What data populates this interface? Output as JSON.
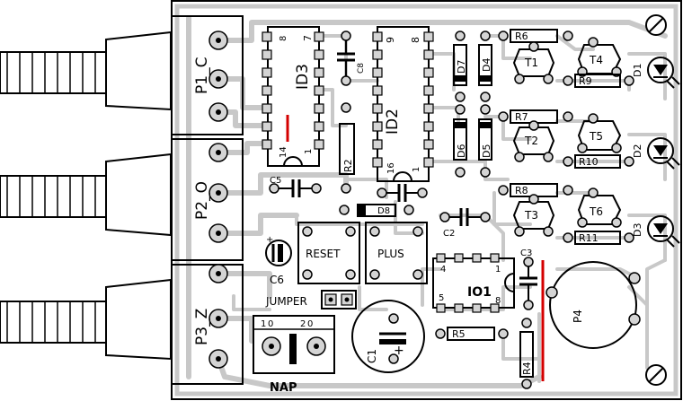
{
  "colors": {
    "board_bg": "#ffffff",
    "copper": "#c8c8c8",
    "silkscreen": "#000000",
    "jumper_wire": "#d40000",
    "knob": "#ffffff"
  },
  "connectors": [
    {
      "ref": "P1_C"
    },
    {
      "ref": "P2_O"
    },
    {
      "ref": "P3_Z"
    }
  ],
  "ics": [
    {
      "ref": "ID3",
      "pins": [
        "8",
        "7",
        "14",
        "1"
      ]
    },
    {
      "ref": "ID2",
      "pins": [
        "9",
        "8",
        "16",
        "1"
      ]
    },
    {
      "ref": "IO1",
      "pins": [
        "4",
        "1",
        "5",
        "8"
      ]
    }
  ],
  "components": {
    "C8": "C8",
    "C5": "C5",
    "C6": "C6",
    "C2": "C2",
    "C3": "C3",
    "C1": "C1",
    "R2": "R2",
    "R4": "R4",
    "R5": "R5",
    "R6": "R6",
    "R7": "R7",
    "R8": "R8",
    "R9": "R9",
    "R10": "R10",
    "R11": "R11",
    "D1": "D1",
    "D2": "D2",
    "D3": "D3",
    "D4": "D4",
    "D5": "D5",
    "D6": "D6",
    "D7": "D7",
    "D8": "D8",
    "T1": "T1",
    "T2": "T2",
    "T3": "T3",
    "T4": "T4",
    "T5": "T5",
    "T6": "T6",
    "P4": "P4"
  },
  "switches": {
    "reset": "RESET",
    "plus": "PLUS"
  },
  "jumper": "JUMPER",
  "power": {
    "label": "NAP",
    "pin_left": "1",
    "pin_sep": "0",
    "pin_right": "2",
    "pin_right_sep": "0"
  },
  "polarity": {
    "c1_plus": "+",
    "c6_plus": "+"
  },
  "mounting_hole_icon": "circle-slash"
}
